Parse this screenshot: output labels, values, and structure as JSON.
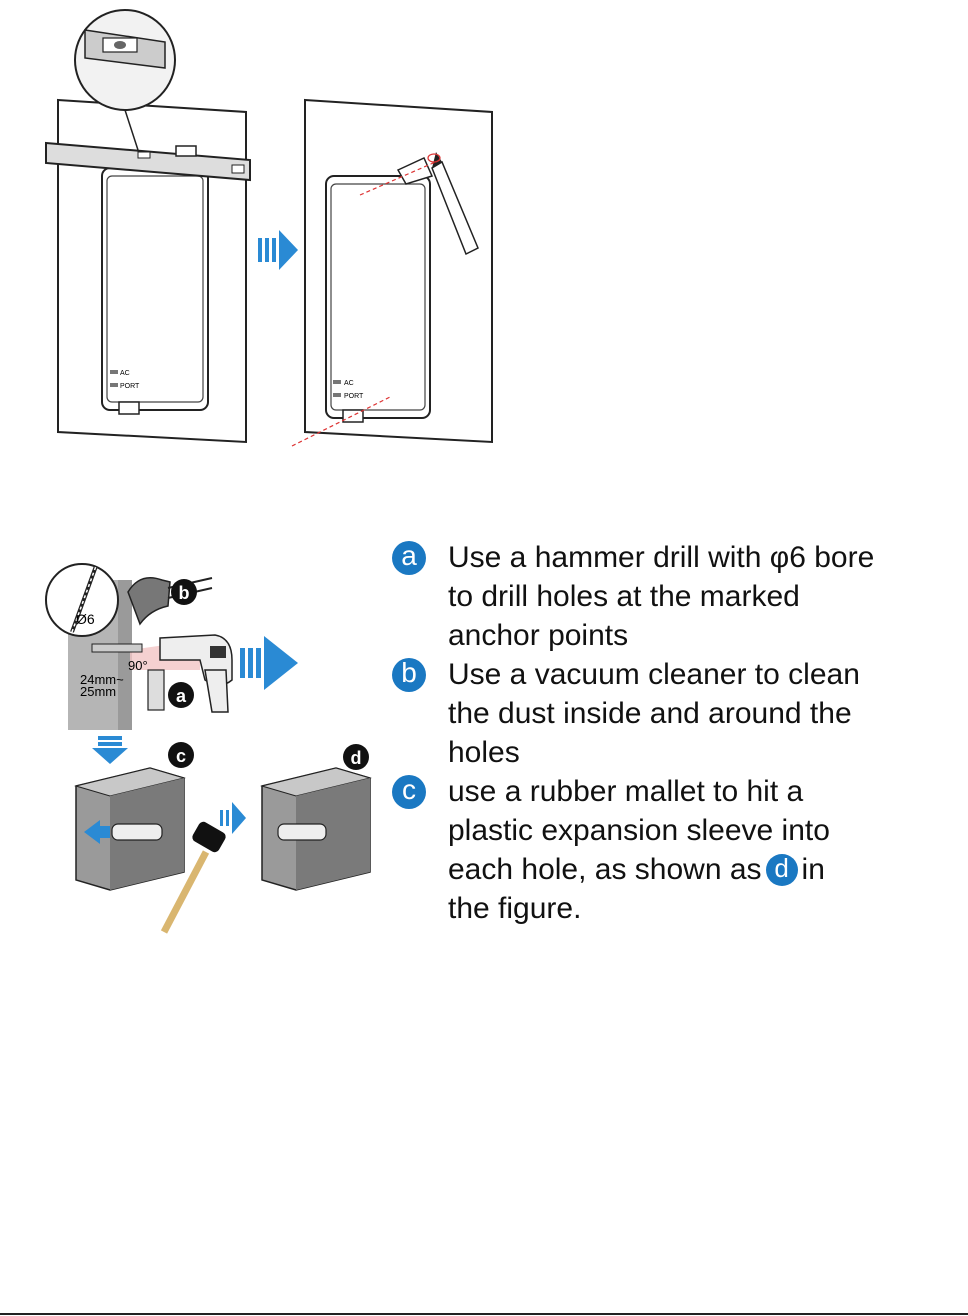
{
  "figure_top": {
    "left_panel": {
      "label_ac": "AC",
      "label_port": "PORT"
    },
    "right_panel": {
      "label_ac": "AC",
      "label_port": "PORT"
    }
  },
  "figure_bottom": {
    "bit_label": "Ø6",
    "angle_label": "90°",
    "depth_label_1": "24mm~",
    "depth_label_2": "25mm",
    "callout_a": "a",
    "callout_b": "b",
    "callout_c": "c",
    "callout_d": "d"
  },
  "steps": [
    {
      "badge": "a",
      "text": "Use a hammer drill with φ6 bore\nto drill holes at the marked\nanchor points"
    },
    {
      "badge": "b",
      "text": "Use a vacuum cleaner to clean\nthe dust inside and around the\nholes"
    },
    {
      "badge": "c",
      "text_before": "use a rubber mallet to hit a\nplastic expansion sleeve into\neach hole, as shown as",
      "inline_badge": "d",
      "text_after": "in\nthe figure."
    }
  ],
  "colors": {
    "accent": "#1a78c2",
    "arrow": "#2a8ad4",
    "wall": "#8a8a8a"
  }
}
